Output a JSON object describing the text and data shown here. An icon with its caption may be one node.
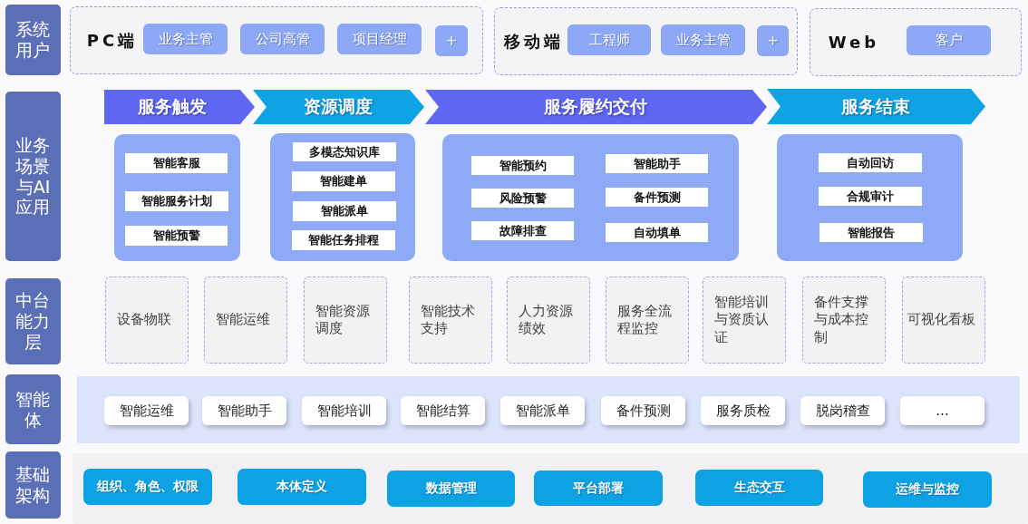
{
  "diagram": {
    "nodes": [
      {
        "text": [
          "系统用户"
        ]
      },
      {
        "text": [
          "PC端"
        ]
      },
      {
        "text": [
          "业务主管"
        ],
        "in": 1
      },
      {
        "text": [
          "公司高管"
        ],
        "in": 1
      },
      {
        "text": [
          "项目经理"
        ],
        "in": 1
      },
      {
        "text": [
          "+"
        ],
        "in": 1
      },
      {
        "text": [
          "移动端"
        ]
      },
      {
        "text": [
          "工程师"
        ],
        "in": 6
      },
      {
        "text": [
          "业务主管"
        ],
        "in": 6
      },
      {
        "text": [
          "+"
        ],
        "in": 6
      },
      {
        "text": [
          "Web"
        ]
      },
      {
        "text": [
          "客户"
        ],
        "in": 10
      },
      {
        "text": [
          "业务场景与AI应用"
        ]
      },
      {
        "text": [
          "服务触发"
        ]
      },
      {
        "text": [
          "资源调度"
        ]
      },
      {
        "text": [
          "服务履约交付"
        ]
      },
      {
        "text": [
          "服务结束"
        ]
      },
      {
        "text": [],
        "shape": "box"
      },
      {
        "text": [
          "智能客服"
        ],
        "in": 17
      },
      {
        "text": [
          "智能服务计划"
        ],
        "in": 17
      },
      {
        "text": [
          "智能预警"
        ],
        "in": 17
      },
      {
        "text": [],
        "shape": "box"
      },
      {
        "text": [
          "多模态知识库"
        ],
        "in": 21
      },
      {
        "text": [
          "智能建单"
        ],
        "in": 21
      },
      {
        "text": [
          "智能派单"
        ],
        "in": 21
      },
      {
        "text": [
          "智能任务排程"
        ],
        "in": 21
      },
      {
        "text": [],
        "shape": "box"
      },
      {
        "text": [
          "智能预约"
        ],
        "in": 26
      },
      {
        "text": [
          "智能助手"
        ],
        "in": 26
      },
      {
        "text": [
          "风险预警"
        ],
        "in": 26
      },
      {
        "text": [
          "备件预测"
        ],
        "in": 26
      },
      {
        "text": [
          "故障排查"
        ],
        "in": 26
      },
      {
        "text": [
          "自动填单"
        ],
        "in": 26
      },
      {
        "text": [],
        "shape": "box"
      },
      {
        "text": [
          "自动回访"
        ],
        "in": 33
      },
      {
        "text": [
          "合规审计"
        ],
        "in": 33
      },
      {
        "text": [
          "智能报告"
        ],
        "in": 33
      },
      {
        "text": [
          "中台能力层"
        ]
      },
      {
        "text": [
          "设备物联"
        ]
      },
      {
        "text": [
          "智能运维"
        ]
      },
      {
        "text": [
          "智能资源调度"
        ]
      },
      {
        "text": [
          "智能技术支持"
        ]
      },
      {
        "text": [
          "人力资源绩效"
        ]
      },
      {
        "text": [
          "服务全流程监控"
        ]
      },
      {
        "text": [
          "智能培训与资质认证"
        ]
      },
      {
        "text": [
          "备件支撑与成本控制"
        ]
      },
      {
        "text": [
          "可视化看板"
        ]
      },
      {
        "text": [
          "智能体"
        ]
      },
      {
        "text": [],
        "shape": "band"
      },
      {
        "text": [
          "智能运维"
        ],
        "in": 48
      },
      {
        "text": [
          "智能助手"
        ],
        "in": 48
      },
      {
        "text": [
          "智能培训"
        ],
        "in": 48
      },
      {
        "text": [
          "智能结算"
        ],
        "in": 48
      },
      {
        "text": [
          "智能派单"
        ],
        "in": 48
      },
      {
        "text": [
          "备件预测"
        ],
        "in": 48
      },
      {
        "text": [
          "服务质检"
        ],
        "in": 48
      },
      {
        "text": [
          "脱岗稽查"
        ],
        "in": 48
      },
      {
        "text": [
          "..."
        ],
        "in": 48
      },
      {
        "text": [
          "基础架构"
        ]
      },
      {
        "text": [],
        "shape": "band"
      },
      {
        "text": [
          "组织、角色、权限"
        ],
        "in": 59
      },
      {
        "text": [
          "本体定义"
        ],
        "in": 59
      },
      {
        "text": [
          "数据管理"
        ],
        "in": 59
      },
      {
        "text": [
          "平台部署"
        ],
        "in": 59
      },
      {
        "text": [
          "生态交互"
        ],
        "in": 59
      },
      {
        "text": [
          "运维与监控"
        ],
        "in": 59
      }
    ]
  }
}
